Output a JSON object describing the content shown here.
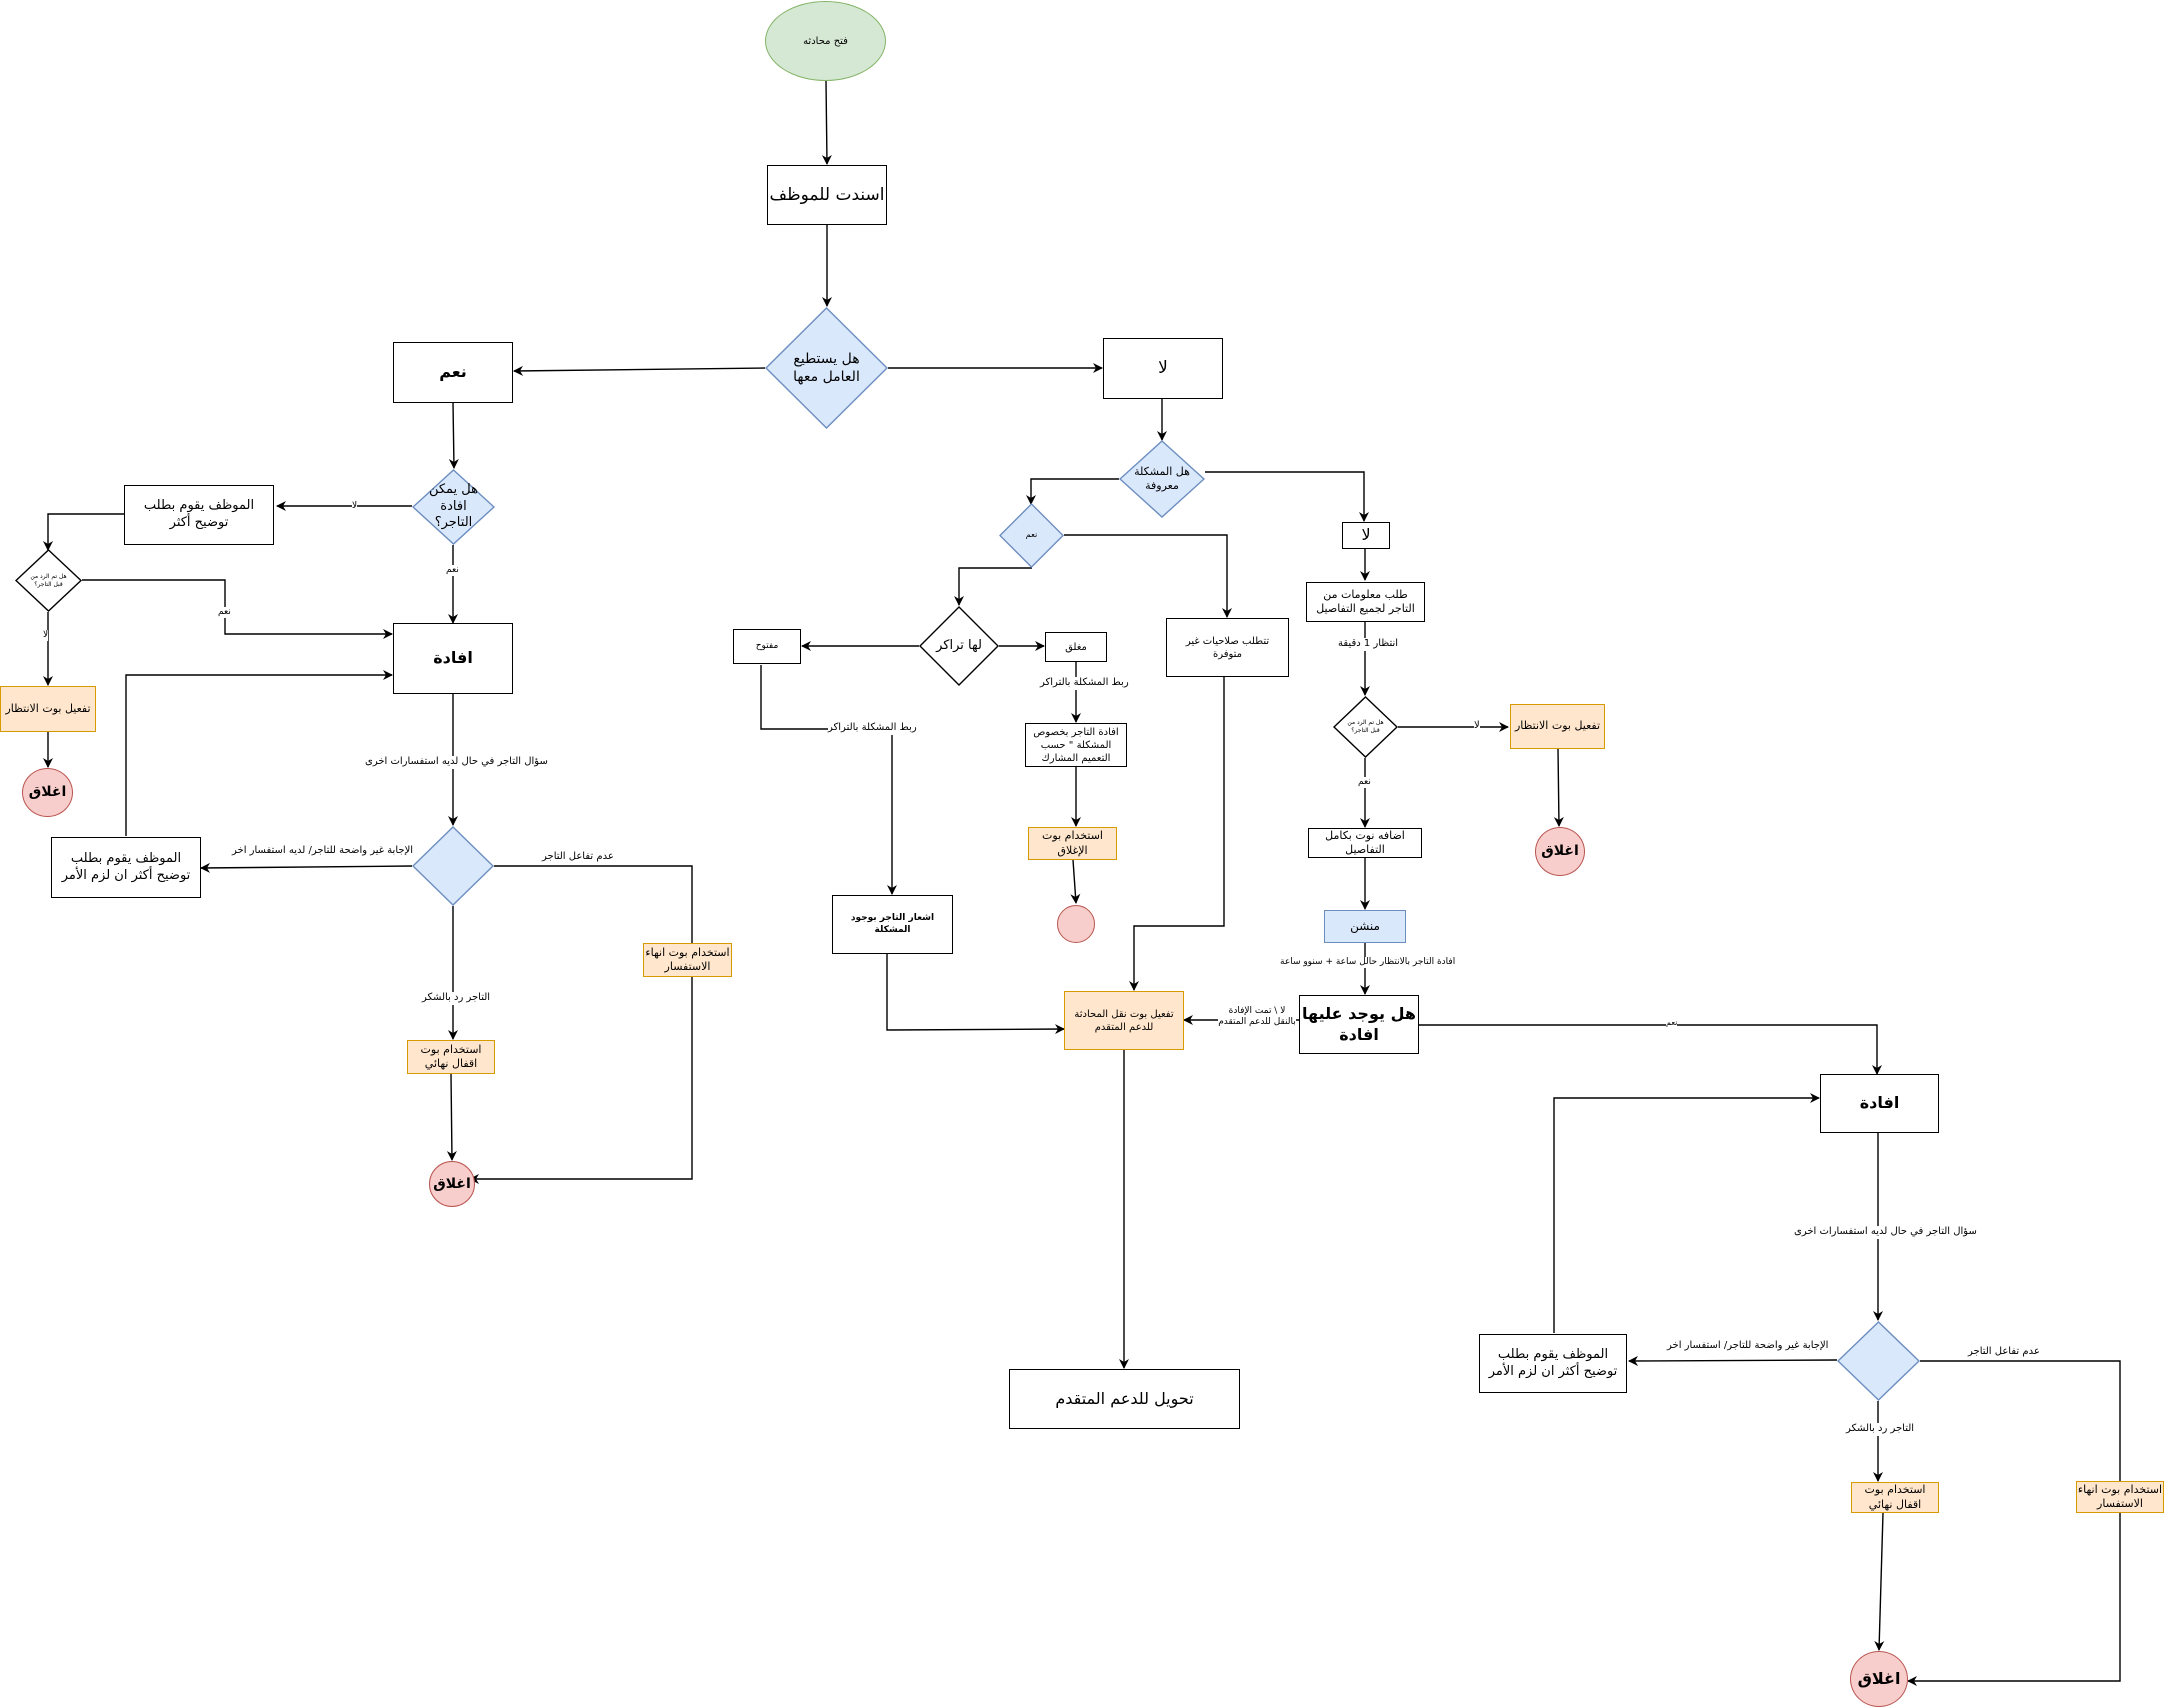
{
  "colors": {
    "start_fill": "#d5e8d4",
    "start_stroke": "#82b366",
    "bot_fill": "#ffe6cc",
    "bot_stroke": "#d79b00",
    "decision_fill": "#dae8fc",
    "decision_stroke": "#6c8ebf",
    "close_fill": "#f8cecc",
    "close_stroke": "#b85450"
  },
  "nodes": {
    "start": "فتح محادثه",
    "assigned": "اسندت للموظف",
    "can_handle": "هل يستطيع العامل معها",
    "yes_main": "نعم",
    "no_main": "لا",
    "can_help": "هل يمكن افادة التاجر؟",
    "ask_clarify_left": "الموظف يقوم بطلب توضيح أكثر",
    "merchant_replied_left": "هل تم الرد من قبل التاجر؟",
    "wait_bot_left": "تفعيل بوت الانتظار",
    "close_left_top": "اغلاق",
    "help_left": "افادة",
    "decision_left": "",
    "clarify_left_lower": "الموظف يقوم بطلب توضيح أكثر ان لزم الأمر",
    "end_inquiry_bot_left": "استخدام بوت انهاء الاستفسار",
    "final_close_bot_left": "استخدام بوت اقفال نهائي",
    "close_left_bottom": "اغلاق",
    "problem_known": "هل المشكلة معروفة",
    "known_yes": "نعم",
    "has_tracker": "لها تراكر",
    "open_tracker": "مفتوح",
    "closed_tracker": "مغلق",
    "notify_merchant": "اشعار التاجر بوجود المشكلة",
    "inform_merchant": "افادة التاجر بخصوص المشكلة \" حسب التعميم المشارك",
    "close_bot_mid": "استخدام بوت الإغلاق",
    "close_mid": "",
    "needs_perms": "تتطلب صلاحيات غير متوفرة",
    "unknown_no": "لا",
    "request_info": "طلب معلومات من التاجر لجميع التفاصيل",
    "merchant_replied_right": "هل تم الرد من قبل التاجر؟",
    "wait_bot_right": "تفعيل بوت الانتظار",
    "close_right_top": "اغلاق",
    "add_note": "اضافه نوت بكامل التفاصيل",
    "mention": "منشن",
    "has_help": "هل يوجد عليها افادة",
    "transfer_bot": "تفعيل بوت نقل المحادثة للدعم المتقدم",
    "advanced_support": "تحويل للدعم المتقدم",
    "help_right": "افادة",
    "decision_right": "",
    "clarify_right": "الموظف يقوم بطلب توضيح أكثر ان لزم الأمر",
    "end_inquiry_bot_right": "استخدام بوت انهاء الاستفسار",
    "final_close_bot_right": "استخدام بوت اقفال نهائي",
    "close_right_bottom": "اغلاق"
  },
  "edge_labels": {
    "no_left": "لا",
    "yes_can_help": "نعم",
    "yes_replied_left": "نعم",
    "no_replied_left": "لا",
    "ask_more_left": "سؤال التاجر في حال لديه استفسارات اخرى",
    "unclear_left": "الإجابة غير واضحة للتاجر/ لديه استفسار اخر",
    "no_interaction_left": "عدم تفاعل التاجر",
    "thanks_left": "التاجر رد بالشكر",
    "link_tracker_open": "ربط المشكلة بالتراكر",
    "link_tracker_closed": "ربط المشكلة بالتراكر",
    "wait_1min": "انتظار 1 دقيقة",
    "no_replied_right": "لا",
    "yes_replied_right": "نعم",
    "inform_wait": "افادة التاجر بالانتظار حالل ساعة + سنوو ساعة",
    "no_help": "لا \\ تمت الإفادة بالنقل للدعم المتقدم",
    "yes_help": "نعم",
    "ask_more_right": "سؤال التاجر في حال لديه استفسارات اخرى",
    "unclear_right": "الإجابة غير واضحة للتاجر/ استفسار اخر",
    "no_interaction_right": "عدم تفاعل التاجر",
    "thanks_right": "التاجر رد بالشكر"
  }
}
